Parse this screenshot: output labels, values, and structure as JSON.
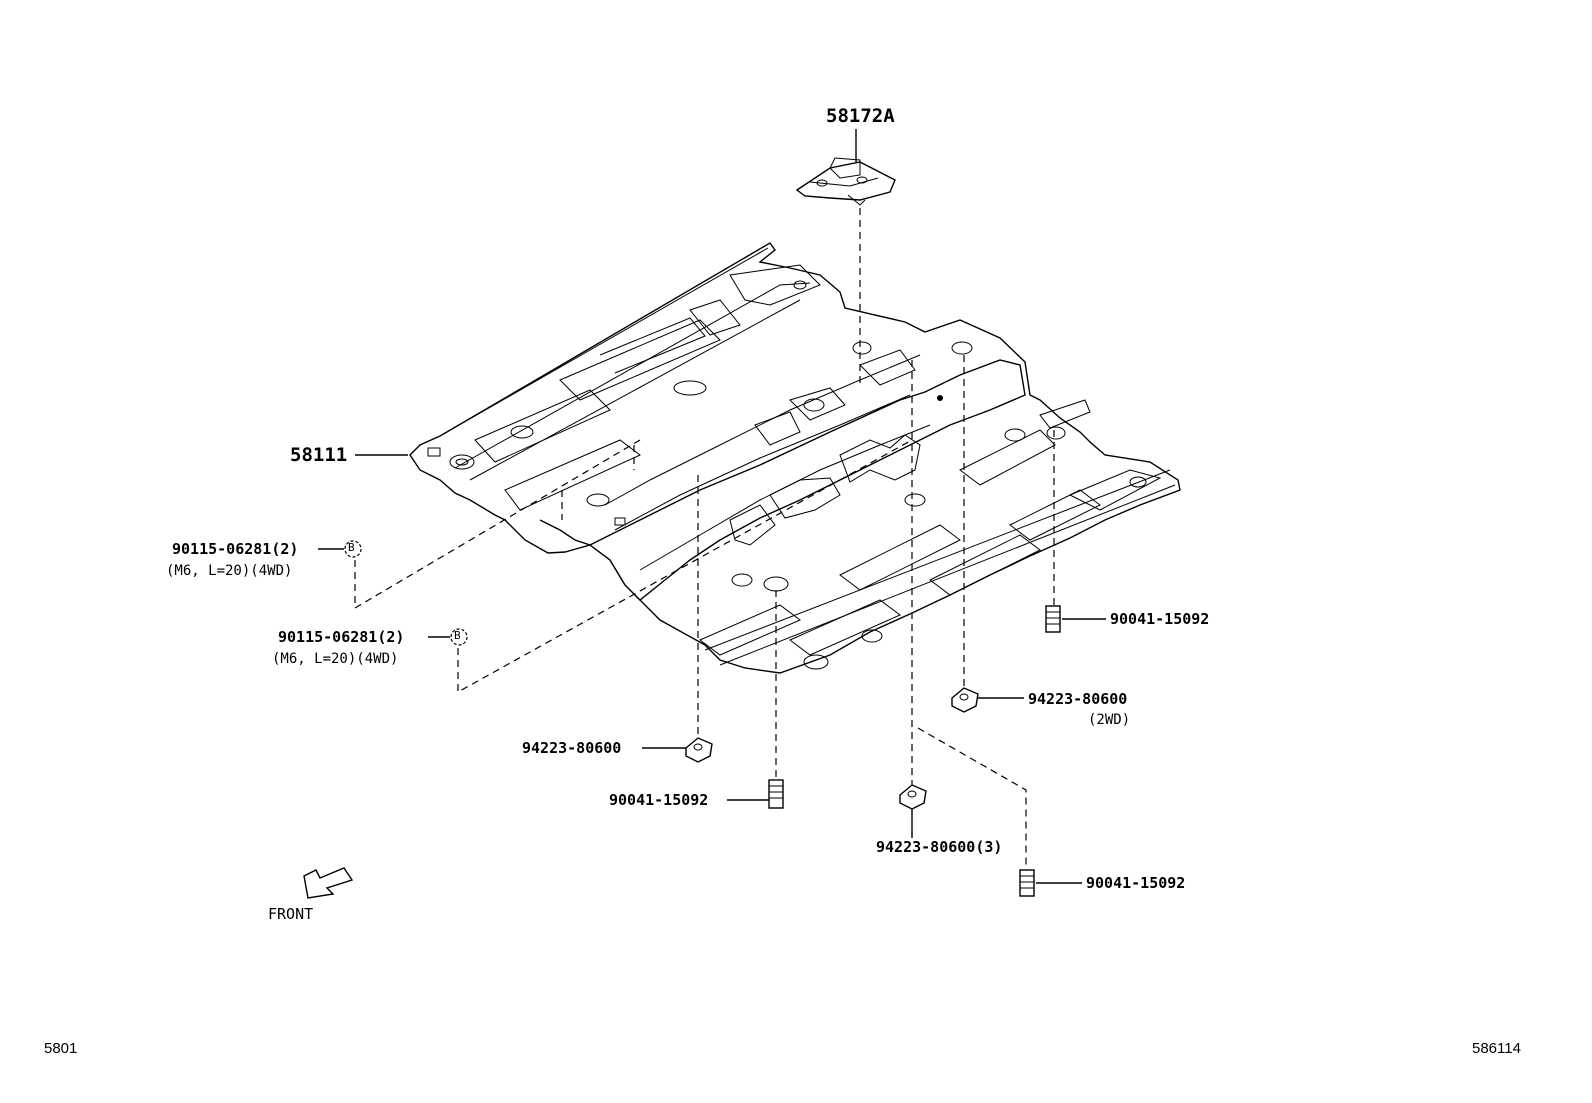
{
  "callouts": {
    "bracket": "58172A",
    "floor_pan": "58111",
    "bolt_b_1": "90115-06281(2)",
    "bolt_b_1_spec": "(M6, L=20)(4WD)",
    "bolt_b_2": "90115-06281(2)",
    "bolt_b_2_spec": "(M6, L=20)(4WD)",
    "marker_b": "B",
    "stud_right": "90041-15092",
    "nut_right": "94223-80600",
    "nut_right_spec": "(2WD)",
    "nut_left": "94223-80600",
    "stud_center": "90041-15092",
    "nut_center": "94223-80600(3)",
    "stud_bottom": "90041-15092"
  },
  "front_label": "FRONT",
  "footer": {
    "left_code": "5801",
    "right_code": "586114"
  }
}
